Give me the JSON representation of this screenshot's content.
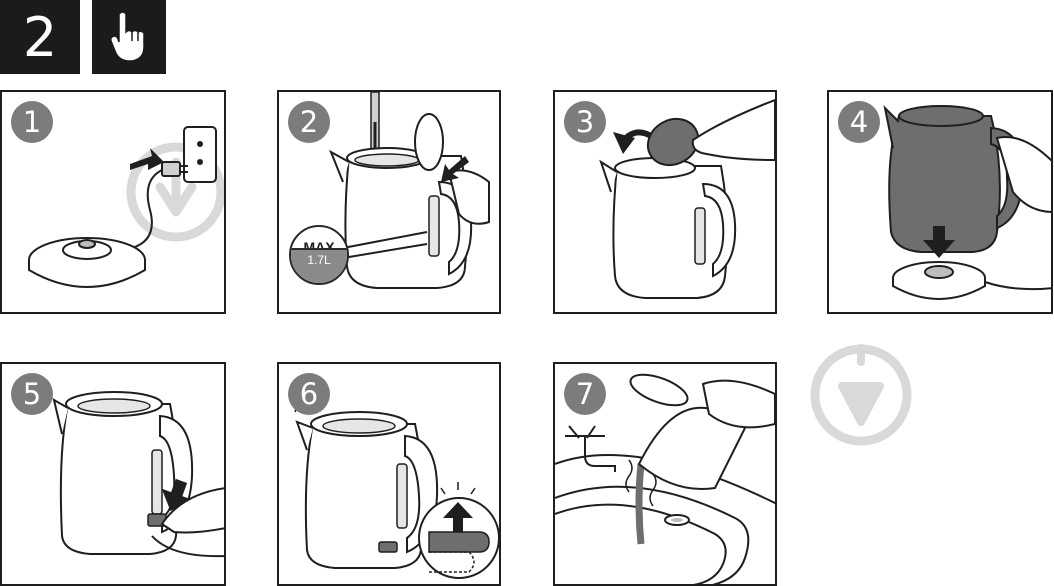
{
  "header": {
    "step_number": "2",
    "icon": "hand-pointing-up-icon"
  },
  "panels": [
    {
      "number": "1",
      "caption_icon": "power-plug-icon"
    },
    {
      "number": "2",
      "max_label": "MAX",
      "max_value": "1.7L"
    },
    {
      "number": "3"
    },
    {
      "number": "4"
    },
    {
      "number": "5"
    },
    {
      "number": "6"
    },
    {
      "number": "7"
    }
  ],
  "side_icon": "arrow-down-circle-icon",
  "colors": {
    "header_bg": "#1b1b1b",
    "badge_bg": "#7c7c7c",
    "kettle_dark": "#6e6e6e",
    "watermark": "#d9d9d9",
    "line": "#1f1f1f"
  }
}
